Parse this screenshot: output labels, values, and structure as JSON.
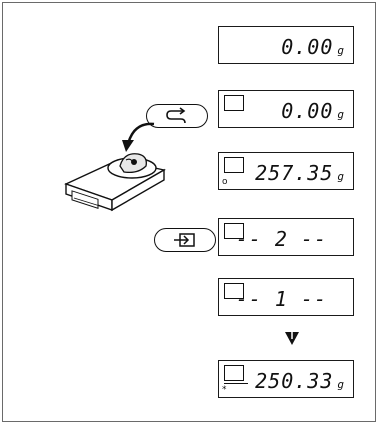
{
  "displays": [
    {
      "value": "0.00",
      "unit": "g"
    },
    {
      "value": "0.00",
      "unit": "g"
    },
    {
      "value": "257.35",
      "unit": "g",
      "sub_symbol": "o"
    },
    {
      "value": "-- 2 --",
      "unit": ""
    },
    {
      "value": "-- 1 --",
      "unit": ""
    },
    {
      "value": "250.33",
      "unit": "g",
      "sub_symbol": "*"
    }
  ],
  "keys": {
    "tare_icon": "rotate-arrow-icon",
    "enter_icon": "arrow-into-box-icon"
  },
  "colors": {
    "ink": "#111111",
    "paper": "#ffffff"
  }
}
